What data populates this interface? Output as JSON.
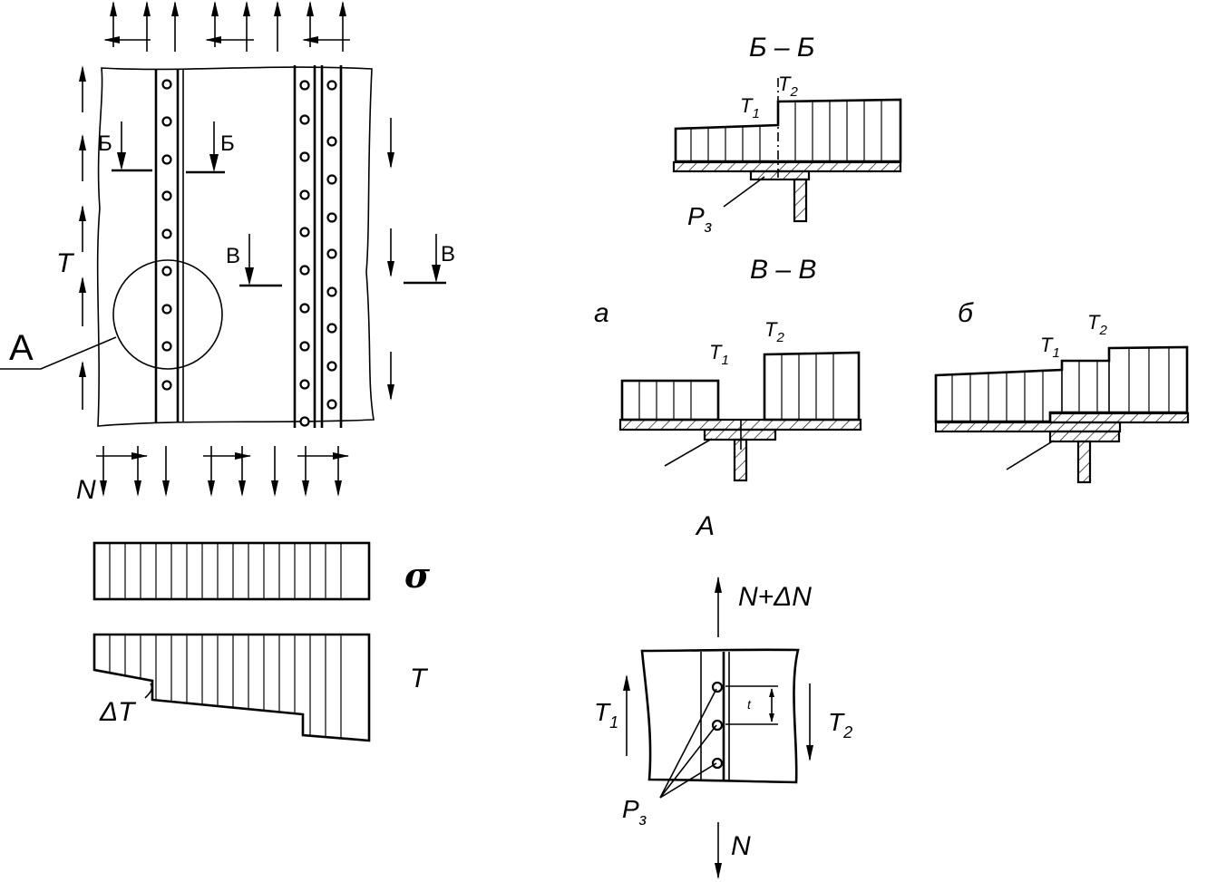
{
  "sections": {
    "bb_title": "Б – Б",
    "vv_title": "В – В",
    "variant_a": "а",
    "variant_b": "б",
    "detail_a": "А"
  },
  "labels": {
    "cut_b": "Б",
    "cut_v": "В",
    "shear_T": "Т",
    "normal_N": "N",
    "detail_callout": "А",
    "sigma": "σ",
    "shear_diagram_T": "Т",
    "delta_T": "ΔТ",
    "T1": "Т",
    "T1_sub": "1",
    "T2": "Т",
    "T2_sub": "2",
    "Pz": "Р",
    "Pz_sub": "з",
    "N_plus_dN": "N+ΔN",
    "N_bottom": "N",
    "pitch_t": "t"
  }
}
